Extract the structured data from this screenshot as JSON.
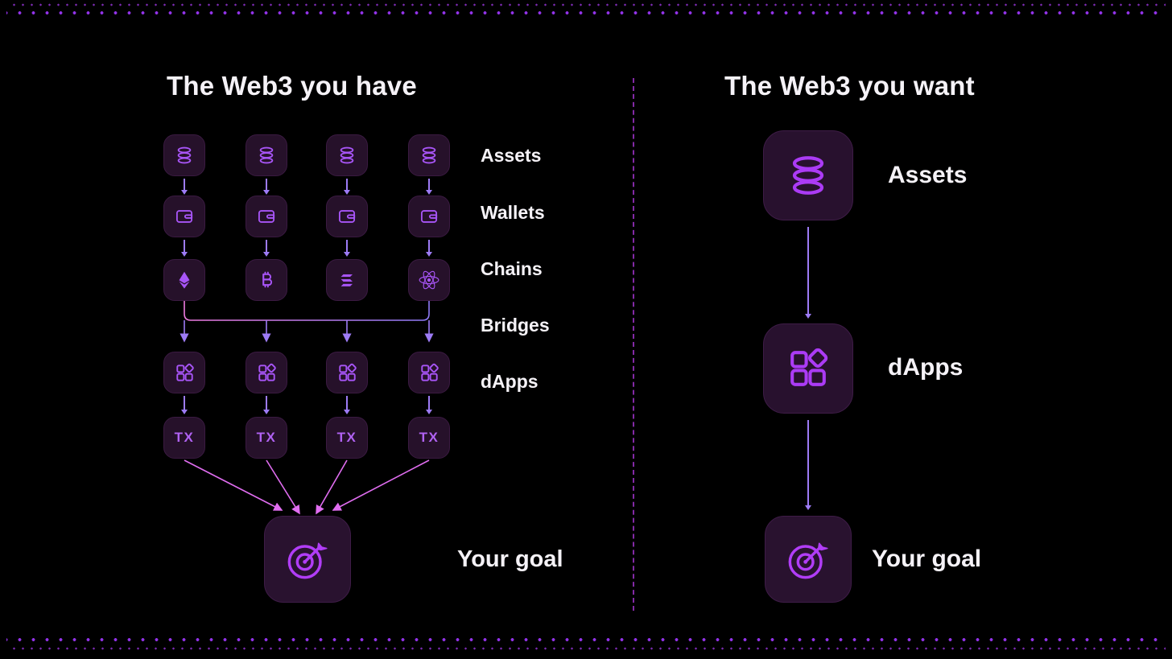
{
  "left_panel": {
    "title": "The Web3 you have",
    "row_labels": [
      "Assets",
      "Wallets",
      "Chains",
      "Bridges",
      "dApps"
    ],
    "tx_label": "TX",
    "goal_label": "Your goal",
    "columns": 4,
    "chain_icons": [
      "ethereum-icon",
      "bitcoin-icon",
      "solana-icon",
      "cosmos-icon"
    ]
  },
  "right_panel": {
    "title": "The Web3 you want",
    "steps": [
      {
        "icon": "assets-icon",
        "label": "Assets"
      },
      {
        "icon": "dapps-icon",
        "label": "dApps"
      },
      {
        "icon": "goal-icon",
        "label": "Your goal"
      }
    ]
  },
  "colors": {
    "background": "#000000",
    "accent_purple": "#a855f7",
    "bright_purple": "#b13df7",
    "arrow_lavender": "#9d7bf5",
    "arrow_pink": "#e06df0",
    "icon_bg": "#26112a",
    "divider": "#9b32c4",
    "text": "#f5f2f7"
  }
}
